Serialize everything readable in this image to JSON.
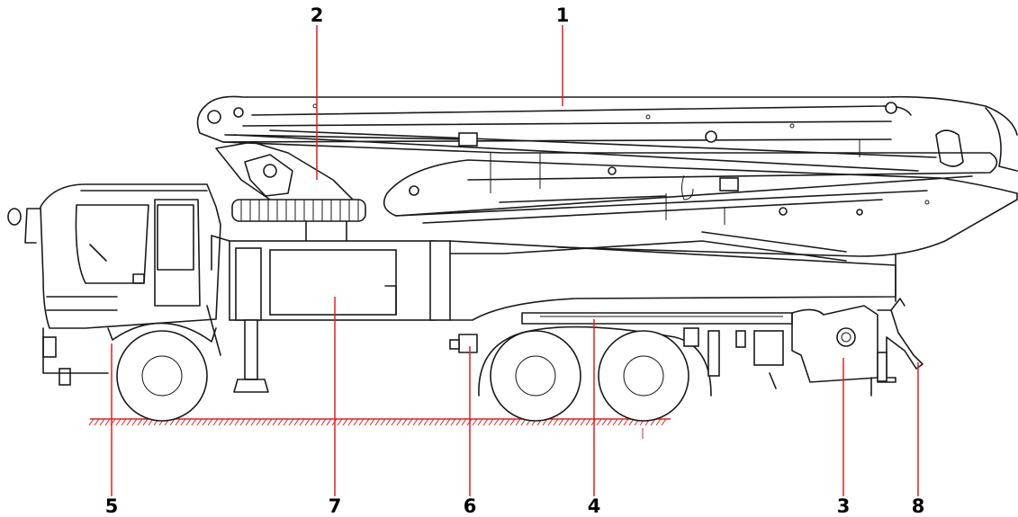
{
  "callouts": [
    {
      "id": "1",
      "label": "1"
    },
    {
      "id": "2",
      "label": "2"
    },
    {
      "id": "3",
      "label": "3"
    },
    {
      "id": "4",
      "label": "4"
    },
    {
      "id": "5",
      "label": "5"
    },
    {
      "id": "6",
      "label": "6"
    },
    {
      "id": "7",
      "label": "7"
    },
    {
      "id": "8",
      "label": "8"
    }
  ],
  "colors": {
    "linework": "#1a1a1a",
    "leader_lines": "#e02020",
    "background": "#ffffff"
  }
}
